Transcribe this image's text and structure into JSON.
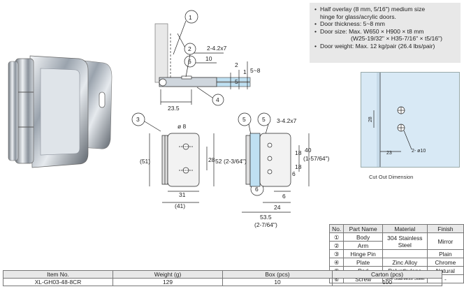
{
  "specs": {
    "lines": [
      "Half overlay (8 mm, 5/16\") medium size",
      "hinge for glass/acrylic doors.",
      "Door thickness: 5~8 mm",
      "Door size: Max. W650 × H900 × t8 mm",
      "(W25-19/32\" × H35-7/16\" × t5/16\")",
      "Door weight: Max. 12 kg/pair (26.4 lbs/pair)"
    ]
  },
  "cutout": {
    "caption": "Cut Out Dimension",
    "dim_vertical": "28",
    "dim_horizontal": "23",
    "dim_hole": "2- ø10"
  },
  "drawing": {
    "callouts": [
      "1",
      "2",
      "3",
      "4",
      "5",
      "5",
      "6"
    ],
    "top_view": {
      "holes": "2-4.2x7",
      "d10": "10",
      "d2": "2",
      "d1": "1",
      "d5": "5",
      "d58": "5~8",
      "d235": "23.5"
    },
    "front_view": {
      "phi8": "ø 8",
      "d51": "(51)",
      "d28": "28",
      "d52": "52",
      "d52in": "(2-3/64\")",
      "d31": "31",
      "d41": "(41)"
    },
    "side_view": {
      "holes": "3-4.2x7",
      "d18a": "18",
      "d18b": "18",
      "d40": "40",
      "d40in": "(1-57/64\")",
      "d6a": "6",
      "d6b": "6",
      "d24": "24",
      "d535": "53.5",
      "d535in": "(2-7/64\")"
    }
  },
  "parts_table": {
    "headers": [
      "No.",
      "Part Name",
      "Material",
      "Finish"
    ],
    "rows": [
      {
        "no": "①",
        "name": "Body",
        "finish": "Mirror"
      },
      {
        "no": "②",
        "name": "Arm"
      },
      {
        "no": "③",
        "name": "Hinge Pin",
        "finish": "Plain"
      },
      {
        "no": "④",
        "name": "Plate",
        "material": "Zinc Alloy",
        "finish": "Chrome"
      },
      {
        "no": "⑤",
        "name": "Pad",
        "material": "Polyethylene",
        "finish": "Natural"
      },
      {
        "no": "⑥",
        "name": "Screw",
        "material": "304 Stainless Steel",
        "finish": "-"
      }
    ],
    "merged_material": "304 Stainless Steel"
  },
  "item_table": {
    "headers": [
      "Item No.",
      "Weight (g)",
      "Box (pcs)",
      "Carton (pcs)"
    ],
    "row": [
      "XL-GH03-48-8CR",
      "129",
      "10",
      "100"
    ]
  },
  "colors": {
    "glass": "#bfe0f2",
    "table_header": "#e8e8e8",
    "spec_bg": "#e8e8e8"
  }
}
